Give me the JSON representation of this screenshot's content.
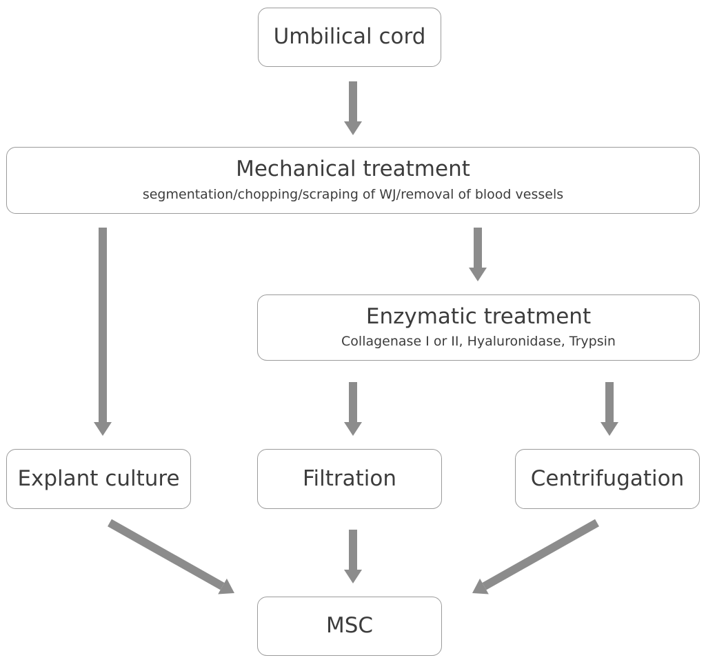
{
  "nodes": {
    "umbilical_cord": {
      "title": "Umbilical cord"
    },
    "mechanical": {
      "title": "Mechanical treatment",
      "subtitle": "segmentation/chopping/scraping of WJ/removal of blood vessels"
    },
    "enzymatic": {
      "title": "Enzymatic treatment",
      "subtitle": "Collagenase I or II, Hyaluronidase, Trypsin"
    },
    "explant": {
      "title": "Explant culture"
    },
    "filtration": {
      "title": "Filtration"
    },
    "centrifugation": {
      "title": "Centrifugation"
    },
    "msc": {
      "title": "MSC"
    }
  },
  "edges": [
    {
      "from": "umbilical_cord",
      "to": "mechanical"
    },
    {
      "from": "mechanical",
      "to": "explant"
    },
    {
      "from": "mechanical",
      "to": "enzymatic"
    },
    {
      "from": "enzymatic",
      "to": "filtration"
    },
    {
      "from": "enzymatic",
      "to": "centrifugation"
    },
    {
      "from": "explant",
      "to": "msc"
    },
    {
      "from": "filtration",
      "to": "msc"
    },
    {
      "from": "centrifugation",
      "to": "msc"
    }
  ],
  "colors": {
    "arrow": "#8c8c8c",
    "box_border": "#9a9a9a",
    "text": "#3c3c3c"
  }
}
